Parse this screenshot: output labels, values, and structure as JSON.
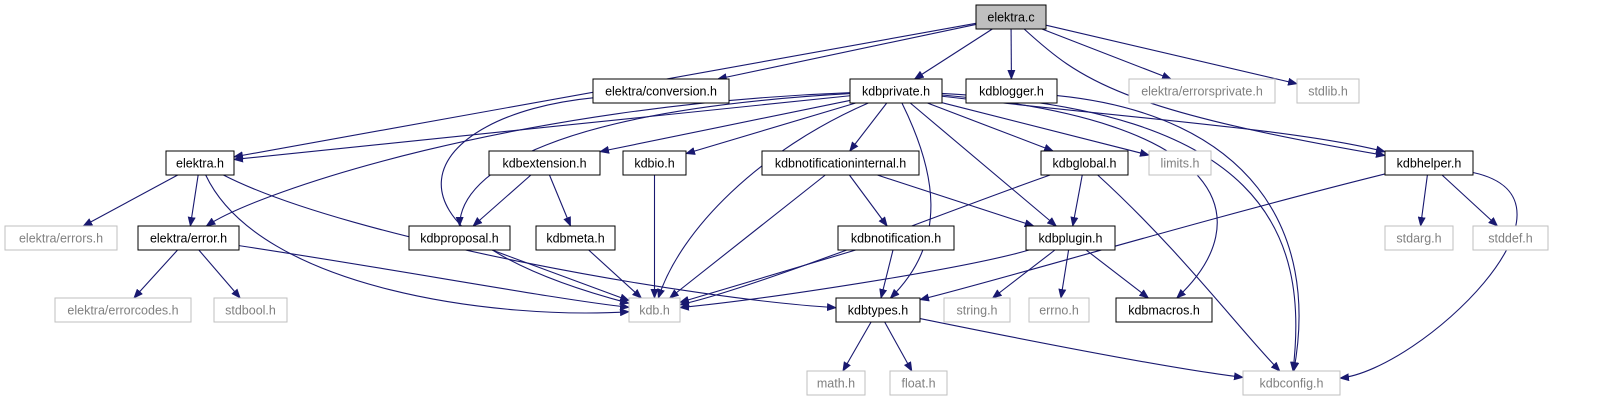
{
  "graph": {
    "root": "elektra.c",
    "colors": {
      "edge": "#191970",
      "root_fill": "#bfbfbf",
      "node_border": "#000000",
      "external_border": "#bfbfbf",
      "external_text": "#808080",
      "text": "#000000"
    },
    "nodes": [
      {
        "id": "elektra_c",
        "label": "elektra.c",
        "kind": "root"
      },
      {
        "id": "elektra_conversion_h",
        "label": "elektra/conversion.h",
        "kind": "internal"
      },
      {
        "id": "kdbprivate_h",
        "label": "kdbprivate.h",
        "kind": "internal"
      },
      {
        "id": "kdblogger_h",
        "label": "kdblogger.h",
        "kind": "internal"
      },
      {
        "id": "elektra_errorsprivate_h",
        "label": "elektra/errorsprivate.h",
        "kind": "external"
      },
      {
        "id": "stdlib_h",
        "label": "stdlib.h",
        "kind": "external"
      },
      {
        "id": "elektra_h",
        "label": "elektra.h",
        "kind": "internal"
      },
      {
        "id": "kdbextension_h",
        "label": "kdbextension.h",
        "kind": "internal"
      },
      {
        "id": "kdbio_h",
        "label": "kdbio.h",
        "kind": "internal"
      },
      {
        "id": "kdbnotificationinternal_h",
        "label": "kdbnotificationinternal.h",
        "kind": "internal"
      },
      {
        "id": "kdbglobal_h",
        "label": "kdbglobal.h",
        "kind": "internal"
      },
      {
        "id": "limits_h",
        "label": "limits.h",
        "kind": "external"
      },
      {
        "id": "kdbhelper_h",
        "label": "kdbhelper.h",
        "kind": "internal"
      },
      {
        "id": "elektra_errors_h",
        "label": "elektra/errors.h",
        "kind": "external"
      },
      {
        "id": "elektra_error_h",
        "label": "elektra/error.h",
        "kind": "internal"
      },
      {
        "id": "kdbproposal_h",
        "label": "kdbproposal.h",
        "kind": "internal"
      },
      {
        "id": "kdbmeta_h",
        "label": "kdbmeta.h",
        "kind": "internal"
      },
      {
        "id": "kdbnotification_h",
        "label": "kdbnotification.h",
        "kind": "internal"
      },
      {
        "id": "kdbplugin_h",
        "label": "kdbplugin.h",
        "kind": "internal"
      },
      {
        "id": "stdarg_h",
        "label": "stdarg.h",
        "kind": "external"
      },
      {
        "id": "stddef_h",
        "label": "stddef.h",
        "kind": "external"
      },
      {
        "id": "elektra_errorcodes_h",
        "label": "elektra/errorcodes.h",
        "kind": "external"
      },
      {
        "id": "stdbool_h",
        "label": "stdbool.h",
        "kind": "external"
      },
      {
        "id": "kdb_h",
        "label": "kdb.h",
        "kind": "external"
      },
      {
        "id": "kdbtypes_h",
        "label": "kdbtypes.h",
        "kind": "internal"
      },
      {
        "id": "string_h",
        "label": "string.h",
        "kind": "external"
      },
      {
        "id": "errno_h",
        "label": "errno.h",
        "kind": "external"
      },
      {
        "id": "kdbmacros_h",
        "label": "kdbmacros.h",
        "kind": "internal"
      },
      {
        "id": "math_h",
        "label": "math.h",
        "kind": "external"
      },
      {
        "id": "float_h",
        "label": "float.h",
        "kind": "external"
      },
      {
        "id": "kdbconfig_h",
        "label": "kdbconfig.h",
        "kind": "external"
      }
    ],
    "edges": [
      {
        "from": "elektra_c",
        "to": "elektra_h"
      },
      {
        "from": "elektra_c",
        "to": "elektra_conversion_h"
      },
      {
        "from": "elektra_c",
        "to": "kdbprivate_h"
      },
      {
        "from": "elektra_c",
        "to": "kdblogger_h"
      },
      {
        "from": "elektra_c",
        "to": "kdbhelper_h"
      },
      {
        "from": "elektra_c",
        "to": "elektra_errorsprivate_h"
      },
      {
        "from": "elektra_c",
        "to": "stdlib_h"
      },
      {
        "from": "elektra_conversion_h",
        "to": "kdb_h"
      },
      {
        "from": "kdbprivate_h",
        "to": "elektra_h"
      },
      {
        "from": "kdbprivate_h",
        "to": "elektra_error_h"
      },
      {
        "from": "kdbprivate_h",
        "to": "kdbextension_h"
      },
      {
        "from": "kdbprivate_h",
        "to": "kdbproposal_h"
      },
      {
        "from": "kdbprivate_h",
        "to": "kdbio_h"
      },
      {
        "from": "kdbprivate_h",
        "to": "kdb_h"
      },
      {
        "from": "kdbprivate_h",
        "to": "kdbnotificationinternal_h"
      },
      {
        "from": "kdbprivate_h",
        "to": "kdbtypes_h"
      },
      {
        "from": "kdbprivate_h",
        "to": "kdbglobal_h"
      },
      {
        "from": "kdbprivate_h",
        "to": "kdbplugin_h"
      },
      {
        "from": "kdbprivate_h",
        "to": "limits_h"
      },
      {
        "from": "kdbprivate_h",
        "to": "kdbhelper_h"
      },
      {
        "from": "kdbprivate_h",
        "to": "kdbmacros_h"
      },
      {
        "from": "kdbprivate_h",
        "to": "kdbconfig_h"
      },
      {
        "from": "kdblogger_h",
        "to": "kdbconfig_h"
      },
      {
        "from": "elektra_h",
        "to": "elektra_errors_h"
      },
      {
        "from": "elektra_h",
        "to": "elektra_error_h"
      },
      {
        "from": "elektra_h",
        "to": "kdb_h"
      },
      {
        "from": "elektra_h",
        "to": "kdbtypes_h"
      },
      {
        "from": "elektra_error_h",
        "to": "elektra_errorcodes_h"
      },
      {
        "from": "elektra_error_h",
        "to": "stdbool_h"
      },
      {
        "from": "elektra_error_h",
        "to": "kdb_h"
      },
      {
        "from": "kdbextension_h",
        "to": "kdbproposal_h"
      },
      {
        "from": "kdbextension_h",
        "to": "kdbmeta_h"
      },
      {
        "from": "kdbproposal_h",
        "to": "kdb_h"
      },
      {
        "from": "kdbmeta_h",
        "to": "kdb_h"
      },
      {
        "from": "kdbio_h",
        "to": "kdb_h"
      },
      {
        "from": "kdbnotificationinternal_h",
        "to": "kdb_h"
      },
      {
        "from": "kdbnotificationinternal_h",
        "to": "kdbnotification_h"
      },
      {
        "from": "kdbnotificationinternal_h",
        "to": "kdbplugin_h"
      },
      {
        "from": "kdbnotification_h",
        "to": "kdb_h"
      },
      {
        "from": "kdbnotification_h",
        "to": "kdbtypes_h"
      },
      {
        "from": "kdbglobal_h",
        "to": "kdb_h"
      },
      {
        "from": "kdbglobal_h",
        "to": "kdbplugin_h"
      },
      {
        "from": "kdbglobal_h",
        "to": "kdbconfig_h"
      },
      {
        "from": "kdbplugin_h",
        "to": "kdb_h"
      },
      {
        "from": "kdbplugin_h",
        "to": "string_h"
      },
      {
        "from": "kdbplugin_h",
        "to": "errno_h"
      },
      {
        "from": "kdbplugin_h",
        "to": "kdbmacros_h"
      },
      {
        "from": "kdbhelper_h",
        "to": "kdbtypes_h"
      },
      {
        "from": "kdbhelper_h",
        "to": "stdarg_h"
      },
      {
        "from": "kdbhelper_h",
        "to": "stddef_h"
      },
      {
        "from": "kdbhelper_h",
        "to": "kdbconfig_h"
      },
      {
        "from": "kdbtypes_h",
        "to": "math_h"
      },
      {
        "from": "kdbtypes_h",
        "to": "float_h"
      },
      {
        "from": "kdbtypes_h",
        "to": "kdbconfig_h"
      }
    ]
  }
}
